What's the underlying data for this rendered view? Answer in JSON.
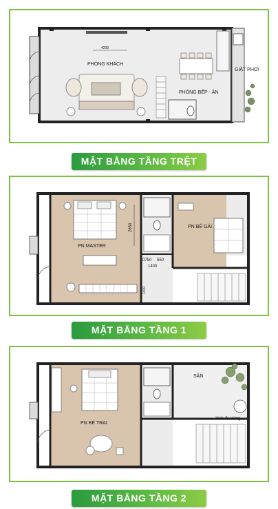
{
  "colors": {
    "frame_green": "#7cc242",
    "banner_dark": "#2a9b3e",
    "banner_light": "#8ccc45",
    "wall": "#222222",
    "floor_wood": "#d9c4ad",
    "floor_tile": "#ececec"
  },
  "ground_floor": {
    "banner": "MẶT BẰNG TẦNG TRỆT",
    "rooms": {
      "living": "PHÒNG KHÁCH",
      "kitchen": "PHÒNG BẾP - ĂN",
      "laundry": "GIẶT PHƠI"
    },
    "dimension": "4200"
  },
  "floor_1": {
    "banner": "MẶT BẰNG TẦNG 1",
    "rooms": {
      "master": "PN MASTER",
      "girl": "PN BÉ GÁI"
    },
    "dimensions": {
      "d1": "2650",
      "d2": "0750",
      "d3": "550",
      "d4": "1400",
      "d5": "1400"
    }
  },
  "floor_2": {
    "banner": "MẶT BẰNG TẦNG 2",
    "rooms": {
      "boy": "PN BÉ TRAI",
      "yard": "SÂN",
      "hammock": "Xích đu trứng"
    }
  }
}
